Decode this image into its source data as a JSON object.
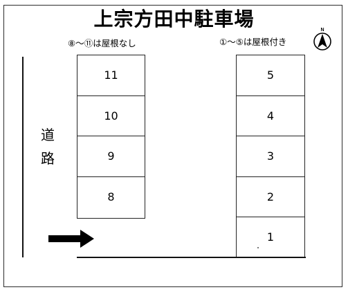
{
  "title": "上宗方田中駐車場",
  "notes": {
    "left": "⑧～⑪は屋根なし",
    "right": "①～⑤は屋根付き"
  },
  "road": {
    "label_char_1": "道",
    "label_char_2": "路"
  },
  "compass": {
    "letter": "N",
    "icon": "north-arrow-icon"
  },
  "entrance": {
    "icon": "entrance-arrow-icon"
  },
  "left_spaces": [
    "11",
    "10",
    "9",
    "8"
  ],
  "right_spaces": [
    "5",
    "4",
    "3",
    "2",
    "1"
  ]
}
